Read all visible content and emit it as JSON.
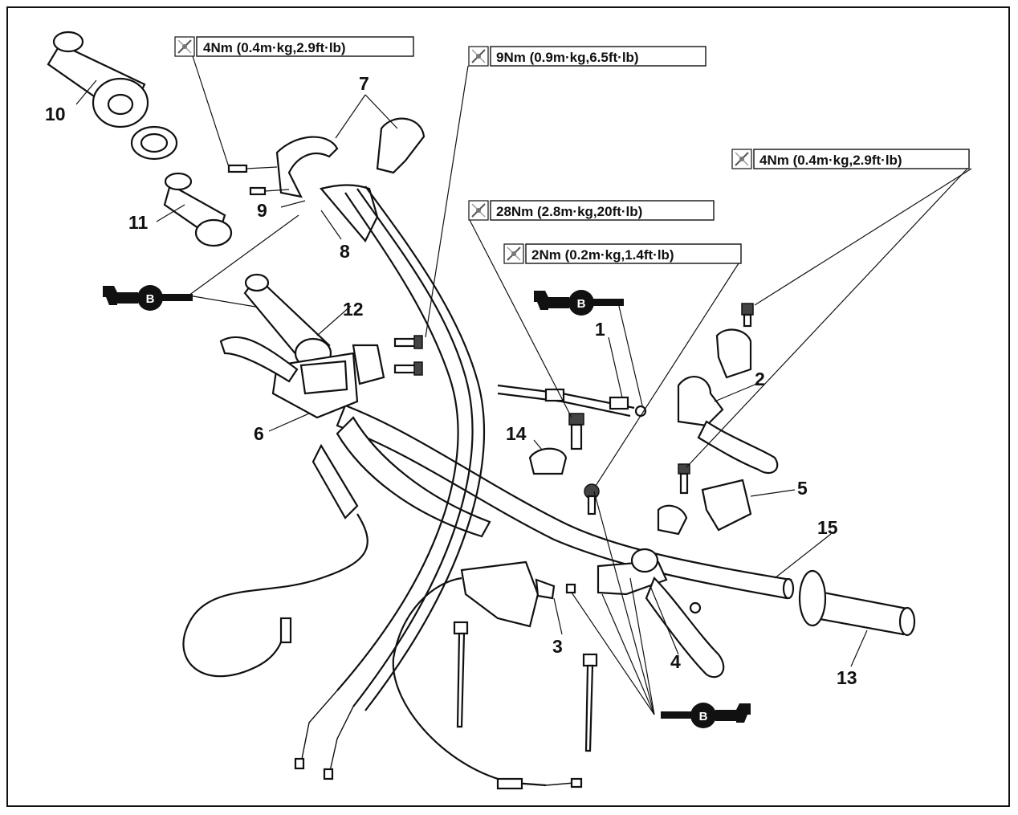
{
  "diagram": {
    "torque_specs": [
      {
        "id": "torque-4nm-left",
        "text": "4Nm (0.4m·kg,2.9ft·lb)"
      },
      {
        "id": "torque-9nm",
        "text": "9Nm (0.9m·kg,6.5ft·lb)"
      },
      {
        "id": "torque-4nm-right",
        "text": "4Nm (0.4m·kg,2.9ft·lb)"
      },
      {
        "id": "torque-28nm",
        "text": "28Nm (2.8m·kg,20ft·lb)"
      },
      {
        "id": "torque-2nm",
        "text": "2Nm (0.2m·kg,1.4ft·lb)"
      }
    ],
    "callouts": [
      "1",
      "2",
      "3",
      "4",
      "5",
      "6",
      "7",
      "8",
      "9",
      "10",
      "11",
      "12",
      "13",
      "14",
      "15"
    ],
    "grease_badge": "B",
    "icons": {
      "torque": "torque-wrench-icon",
      "grease": "grease-gun-icon"
    },
    "colors": {
      "line": "#111111",
      "background": "#ffffff"
    }
  }
}
